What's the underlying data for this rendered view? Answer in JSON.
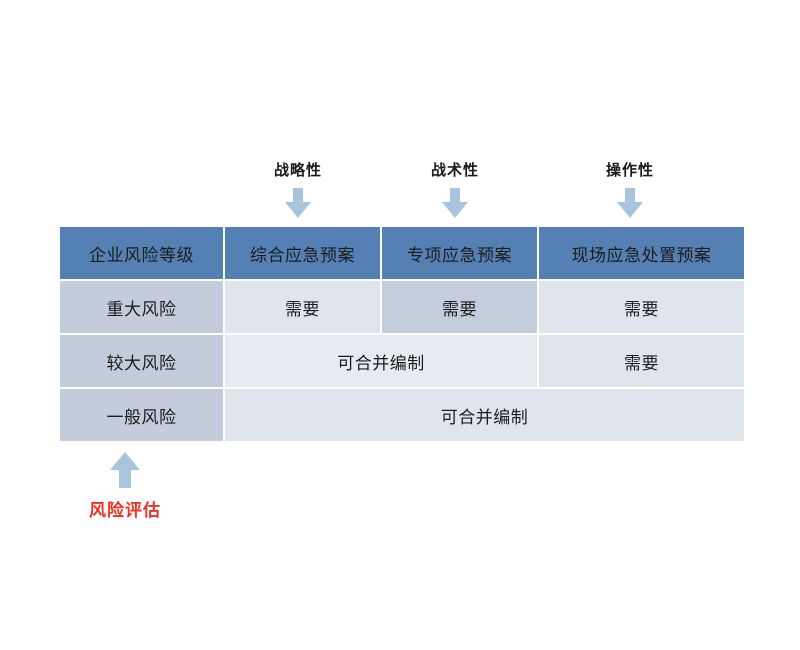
{
  "annotations": {
    "top": [
      {
        "label": "战略性",
        "icon": "arrow-down-icon",
        "target_column": "综合应急预案"
      },
      {
        "label": "战术性",
        "icon": "arrow-down-icon",
        "target_column": "专项应急预案"
      },
      {
        "label": "操作性",
        "icon": "arrow-down-icon",
        "target_column": "现场应急处置预案"
      }
    ],
    "bottom": {
      "label": "风险评估",
      "icon": "arrow-up-icon",
      "color": "#ef3124",
      "target_column": "企业风险等级"
    }
  },
  "table": {
    "headers": [
      "企业风险等级",
      "综合应急预案",
      "专项应急预案",
      "现场应急处置预案"
    ],
    "rows": [
      {
        "level": "重大风险",
        "cells": [
          {
            "text": "需要",
            "span": 1,
            "shade": "light"
          },
          {
            "text": "需要",
            "span": 1,
            "shade": "dark"
          },
          {
            "text": "需要",
            "span": 1,
            "shade": "light"
          }
        ]
      },
      {
        "level": "较大风险",
        "cells": [
          {
            "text": "可合并编制",
            "span": 2,
            "shade": "lighter"
          },
          {
            "text": "需要",
            "span": 1,
            "shade": "light"
          }
        ]
      },
      {
        "level": "一般风险",
        "cells": [
          {
            "text": "可合并编制",
            "span": 3,
            "shade": "light"
          }
        ]
      }
    ]
  },
  "colors": {
    "header_blue": "#5580b4",
    "row_header_blue": "#c2ccdb",
    "cell_light": "#dfe4ed",
    "cell_lighter": "#e7eaf1",
    "cell_dark": "#c3cddc",
    "arrow_blue": "#a9c5dd",
    "accent_red": "#ef3124",
    "background": "#ffffff"
  }
}
